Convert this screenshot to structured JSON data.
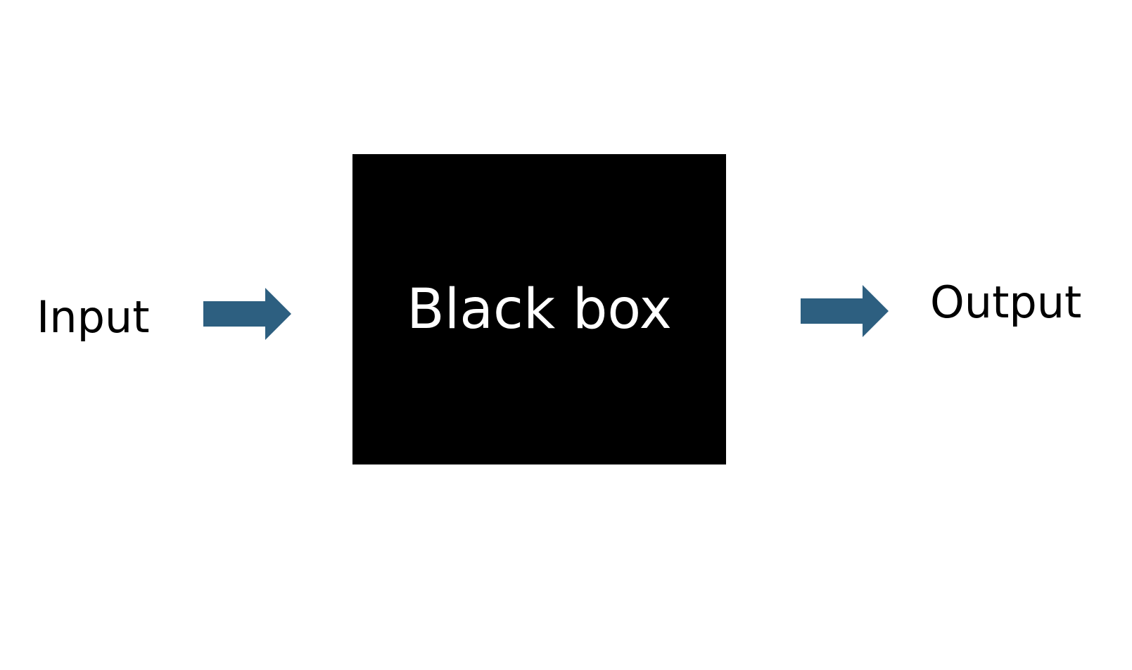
{
  "diagram": {
    "input_label": "Input",
    "box_label": "Black box",
    "output_label": "Output",
    "colors": {
      "arrow": "#2d5f80",
      "box": "#000000",
      "box_text": "#ffffff"
    }
  }
}
